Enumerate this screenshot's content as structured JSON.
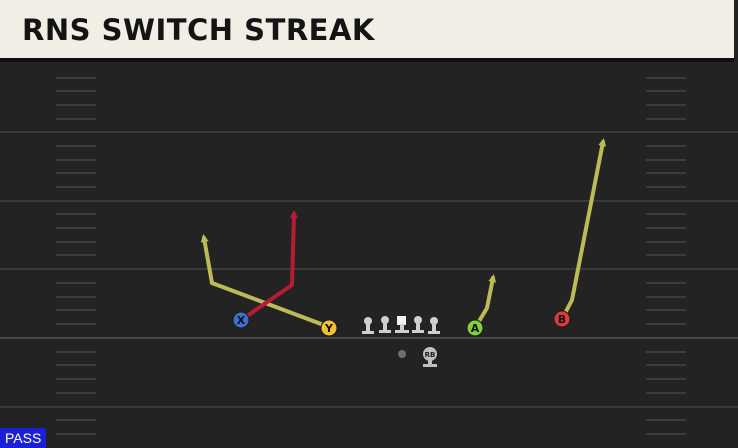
{
  "play": {
    "title": "RNS SWITCH STREAK",
    "mode": "PASS"
  },
  "formation": {
    "receivers": [
      {
        "id": "x",
        "label": "X",
        "color": "#3f6fd1",
        "label_color": "#111111"
      },
      {
        "id": "y",
        "label": "Y",
        "color": "#f1c232",
        "label_color": "#111111"
      },
      {
        "id": "a",
        "label": "A",
        "color": "#7fd03c",
        "label_color": "#111111"
      },
      {
        "id": "b",
        "label": "B",
        "color": "#e03a3a",
        "label_color": "#111111"
      }
    ],
    "backfield": [
      {
        "id": "rb",
        "label": "RB",
        "color": "#bfbfbf",
        "label_color": "#222222"
      }
    ],
    "line_count": 5
  },
  "routes": {
    "yellow_color": "#bdbb55",
    "red_color": "#b61c35"
  },
  "colors": {
    "field": "#232323",
    "yard_line": "#3a3a3a",
    "hash_mark": "#3c3c3c",
    "line_of_scrimmage": "#474747"
  }
}
